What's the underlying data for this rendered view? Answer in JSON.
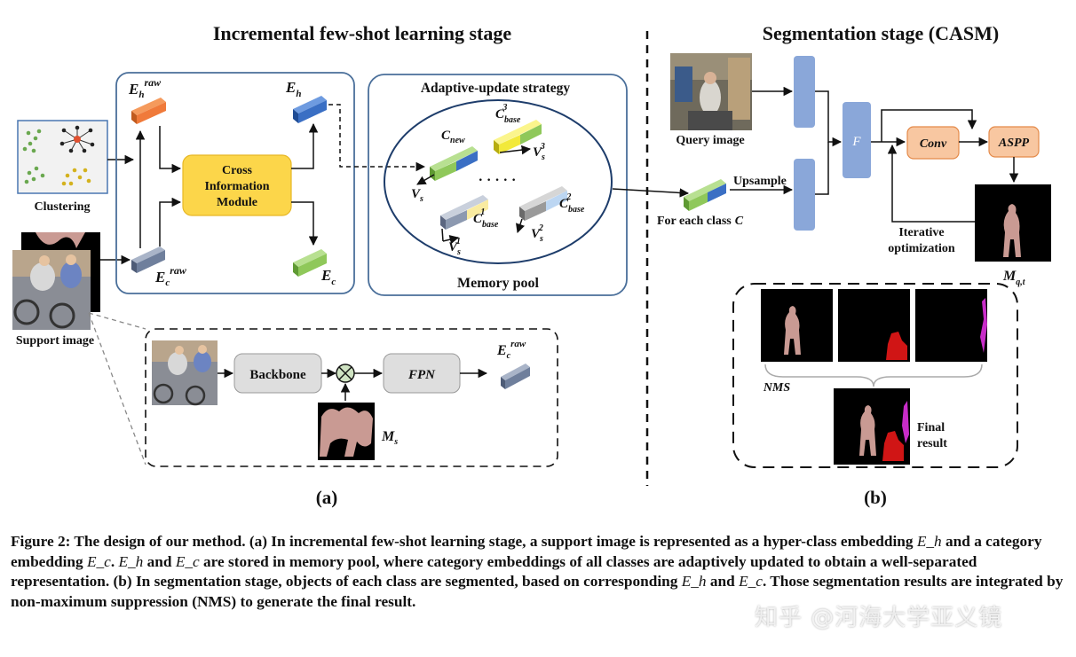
{
  "headings": {
    "left": "Incremental few-shot learning stage",
    "right": "Segmentation stage (CASM)"
  },
  "left": {
    "clustering": "Clustering",
    "support_image": "Support image",
    "cim": [
      "Cross",
      "Information",
      "Module"
    ],
    "adaptive": "Adaptive-update strategy",
    "memory_pool": "Memory pool",
    "ellipsis": "· · · · ·",
    "embeddings": {
      "eh_raw": {
        "base": "E",
        "sub": "h",
        "sup": "raw"
      },
      "ec_raw": {
        "base": "E",
        "sub": "c",
        "sup": "raw"
      },
      "eh": {
        "base": "E",
        "sub": "h"
      },
      "ec": {
        "base": "E",
        "sub": "c"
      }
    },
    "pool_items": {
      "c_new": {
        "base": "C",
        "sub": "new"
      },
      "vs": {
        "base": "V",
        "sub": "s"
      },
      "c_base3": {
        "base": "C",
        "sub": "base",
        "sup": "3"
      },
      "vs3": {
        "base": "V",
        "sub": "s",
        "sup": "3"
      },
      "c_base1": {
        "base": "C",
        "sub": "base",
        "sup": "1"
      },
      "vs1": {
        "base": "V",
        "sub": "s",
        "sup": "1"
      },
      "c_base2": {
        "base": "C",
        "sub": "base",
        "sup": "2"
      },
      "vs2": {
        "base": "V",
        "sub": "s",
        "sup": "2"
      }
    },
    "backbone": "Backbone",
    "fpn": "FPN",
    "ec_raw_out": {
      "base": "E",
      "sub": "c",
      "sup": "raw"
    },
    "ms": {
      "base": "M",
      "sub": "s"
    },
    "label": "(a)"
  },
  "right": {
    "query_image": "Query image",
    "for_each_class": "For each class",
    "class_symbol": "C",
    "upsample": "Upsample",
    "f": "F",
    "conv": "Conv",
    "aspp": "ASPP",
    "iterative": [
      "Iterative",
      "optimization"
    ],
    "mqt": {
      "base": "M",
      "sub": "q,t"
    },
    "nms": "NMS",
    "final": [
      "Final",
      "result"
    ],
    "label": "(b)"
  },
  "caption": {
    "parts": [
      "Figure 2: The design of our method. (a) In incremental few-shot learning stage, a support image is represented as a hyper-class embedding ",
      "E_h",
      " and a category embedding ",
      "E_c",
      ". ",
      "E_h",
      " and ",
      "E_c",
      " are stored in memory pool, where category embeddings of all classes are adaptively updated to obtain a well-separated representation. (b) In segmentation stage, objects of each class are segmented, based on corresponding ",
      "E_h",
      " and ",
      "E_c",
      ". Those segmentation results are integrated by non-maximum suppression (NMS) to generate the final result."
    ]
  },
  "watermark": "知乎 @河海大学亚义镜",
  "colors": {
    "orange": "#f07a3a",
    "blue": "#3a6fc4",
    "green": "#8fc85a",
    "yellow": "#f2e93a",
    "cim_fill": "#fcd64a",
    "conv_fill": "#f8c7a1",
    "gray_box": "#dedede",
    "feature_blue": "#8aa7d9"
  }
}
